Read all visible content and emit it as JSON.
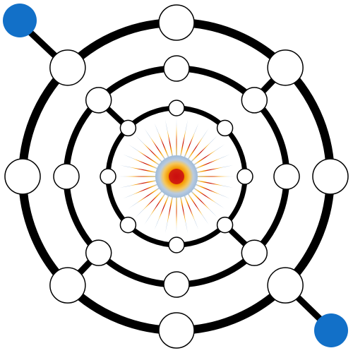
{
  "game": {
    "type": "concentric-ring-maze",
    "rings": 3,
    "nodes_per_ring": 8,
    "connections": [
      {
        "from": "start",
        "to": "outer-ring"
      },
      {
        "from": "outer-ring",
        "to": "middle-ring"
      },
      {
        "from": "middle-ring",
        "to": "inner-ring"
      },
      {
        "from": "outer-ring",
        "to": "finish"
      }
    ]
  },
  "markers": {
    "start": {
      "color": "#1270c8",
      "position": "top-left"
    },
    "finish": {
      "color": "#1270c8",
      "position": "bottom-right"
    }
  },
  "center": {
    "icon": "sun-starburst-icon",
    "core_color": "#cc1010",
    "mid_color": "#f5a000",
    "ray_color": "#8fb3d6"
  },
  "colors": {
    "track": "#000000",
    "node_fill": "#ffffff",
    "node_stroke": "#000000"
  }
}
